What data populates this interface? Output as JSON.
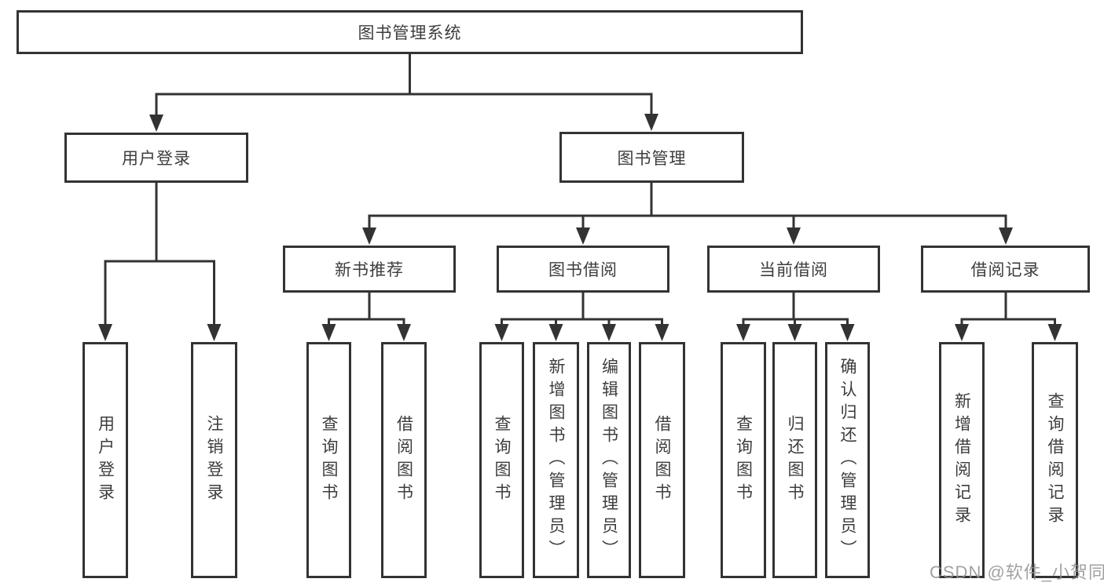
{
  "tree": {
    "root": "图书管理系统",
    "branches": [
      {
        "label": "用户登录",
        "children": [
          "用户登录",
          "注销登录"
        ]
      },
      {
        "label": "图书管理",
        "groups": [
          {
            "label": "新书推荐",
            "children": [
              "查询图书",
              "借阅图书"
            ]
          },
          {
            "label": "图书借阅",
            "children": [
              "查询图书",
              "新增图书（管理员）",
              "编辑图书（管理员）",
              "借阅图书"
            ]
          },
          {
            "label": "当前借阅",
            "children": [
              "查询图书",
              "归还图书",
              "确认归还（管理员）"
            ]
          },
          {
            "label": "借阅记录",
            "children": [
              "新增借阅记录",
              "查询借阅记录"
            ]
          }
        ]
      }
    ]
  },
  "watermark": "CSDN @软件_小贺同学",
  "colors": {
    "line": "#333333",
    "text": "#3d3d3d",
    "watermark": "#919191",
    "background": "#ffffff"
  }
}
